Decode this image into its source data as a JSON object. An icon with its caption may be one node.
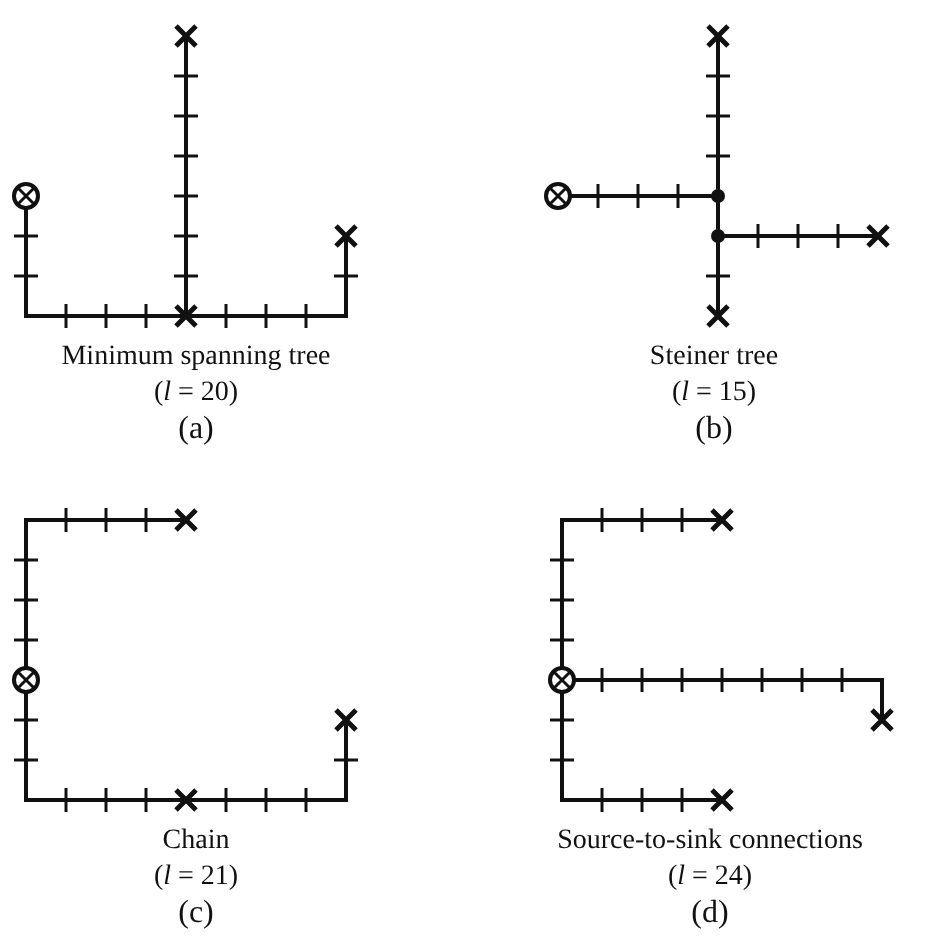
{
  "diagram": {
    "labels": [
      "Minimum spanning tree",
      "(*l* = 20)",
      "(a)",
      "Steiner tree",
      "(*l* = 15)",
      "(b)",
      "Chain",
      "(*l* = 21)",
      "(c)",
      "Source-to-sink connections",
      "(*l* = 24)",
      "(d)"
    ]
  }
}
